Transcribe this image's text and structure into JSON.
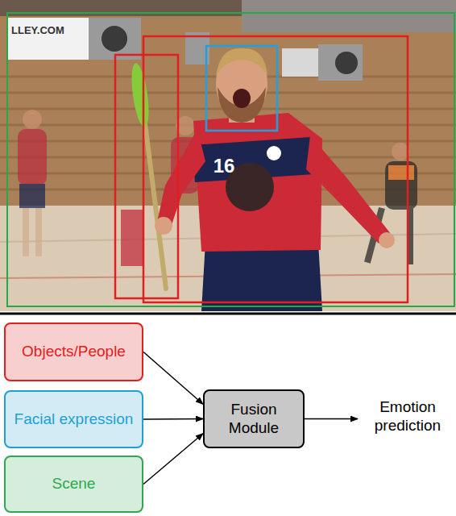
{
  "diagram": {
    "nodes": [
      {
        "text": [
          "Objects/People"
        ]
      },
      {
        "text": [
          "Facial expression"
        ]
      },
      {
        "text": [
          "Scene"
        ]
      },
      {
        "text": [
          "Fusion Module"
        ]
      }
    ],
    "edges": [
      {
        "from": 0,
        "to": 3,
        "arrow": "to"
      },
      {
        "from": 1,
        "to": 3,
        "arrow": "to"
      },
      {
        "from": 2,
        "to": 3,
        "arrow": "to"
      }
    ],
    "labels": [
      "LLEY.COM",
      "16",
      "Emotion prediction"
    ]
  }
}
